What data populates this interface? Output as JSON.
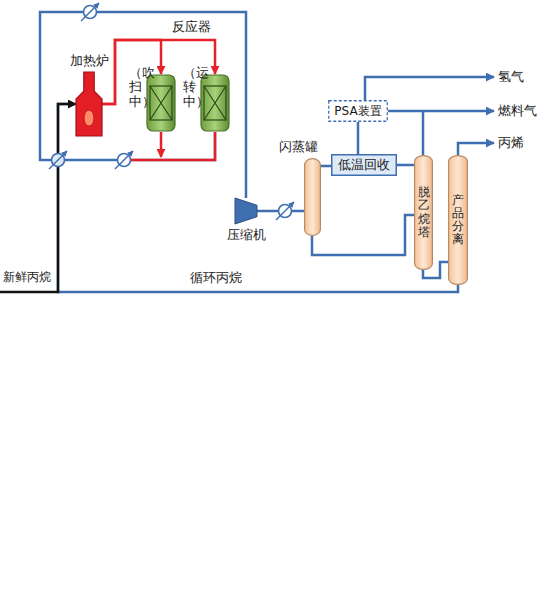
{
  "diagram": {
    "nodes": [
      {
        "text": [
          "加热炉"
        ]
      },
      {
        "text": [
          "（吹扫中）"
        ]
      },
      {
        "text": [
          "（运转中）"
        ]
      },
      {
        "text": [
          "压缩机"
        ]
      },
      {
        "text": [
          "闪蒸罐"
        ]
      },
      {
        "text": [
          "低温回收"
        ]
      },
      {
        "text": [
          "PSA装置"
        ]
      },
      {
        "text": [
          "脱乙烷塔"
        ]
      },
      {
        "text": [
          "产品分离"
        ]
      }
    ],
    "edges": [
      {
        "from": 0,
        "to": 1,
        "arrow": "to"
      },
      {
        "from": 0,
        "to": 2,
        "arrow": "to"
      },
      {
        "from": 2,
        "to": 3,
        "arrow": "none"
      },
      {
        "from": 3,
        "to": 4,
        "arrow": "none"
      },
      {
        "from": 4,
        "to": 5,
        "arrow": "none"
      },
      {
        "from": 5,
        "to": 6,
        "arrow": "none"
      },
      {
        "from": 4,
        "to": 7,
        "arrow": "none"
      },
      {
        "from": 5,
        "to": 7,
        "arrow": "none"
      },
      {
        "from": 7,
        "to": 8,
        "arrow": "none"
      },
      {
        "from": 8,
        "to": 0,
        "arrow": "to"
      }
    ],
    "labels": [
      "反应器",
      "新鲜丙烷",
      "循环丙烷",
      "氢气",
      "燃料气",
      "丙烯"
    ]
  }
}
